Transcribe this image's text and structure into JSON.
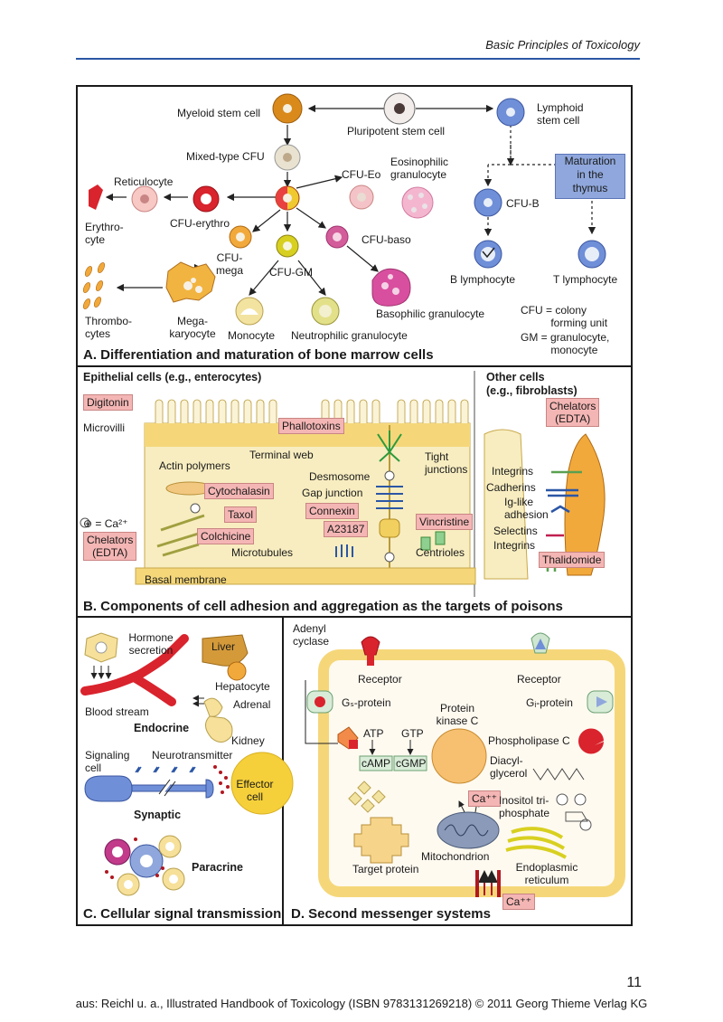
{
  "header": {
    "running_title": "Basic Principles of Toxicology"
  },
  "footer": {
    "page_number": "11",
    "credit": "aus: Reichl u. a., Illustrated Handbook of Toxicology (ISBN 9783131269218) © 2011 Georg Thieme Verlag KG"
  },
  "colors": {
    "rule_blue": "#2b56a5",
    "highlight_pink": "#f4b6b4",
    "thymus_blue": "#8fa7dc",
    "membrane_yellow": "#f5d77a",
    "cell_orange": "#f2a93b",
    "cell_red": "#d9232d"
  },
  "panel_a": {
    "title": "A. Differentiation and maturation of bone marrow cells",
    "labels": {
      "myeloid": "Myeloid stem cell",
      "pluripotent": "Pluripotent stem cell",
      "lymphoid": "Lymphoid\nstem cell",
      "mixed_cfu": "Mixed-type CFU",
      "reticulocyte": "Reticulocyte",
      "cfu_eo": "CFU-Eo",
      "eosinophilic": "Eosinophilic\ngranulocyte",
      "thymus": "Maturation\nin the\nthymus",
      "cfu_b": "CFU-B",
      "erythrocyte": "Erythro-\ncyte",
      "cfu_erythro": "CFU-erythro",
      "cfu_baso": "CFU-baso",
      "cfu_mega": "CFU-\nmega",
      "cfu_gm": "CFU-GM",
      "b_lymph": "B lymphocyte",
      "t_lymph": "T lymphocyte",
      "thrombocytes": "Thrombo-\ncytes",
      "megakaryocyte": "Mega-\nkaryocyte",
      "monocyte": "Monocyte",
      "neutrophilic": "Neutrophilic granulocyte",
      "basophilic": "Basophilic granulocyte",
      "legend_cfu": "CFU = colony\n          forming unit",
      "legend_gm": "GM = granulocyte,\n          monocyte"
    }
  },
  "panel_b": {
    "title": "B. Components of cell adhesion and aggregation as the targets of poisons",
    "epithelial": "Epithelial cells (e.g., enterocytes)",
    "other": "Other cells\n(e.g., fibroblasts)",
    "labels": {
      "microvilli": "Microvilli",
      "terminal_web": "Terminal web",
      "tight": "Tight\njunctions",
      "actin": "Actin polymers",
      "desmosome": "Desmosome",
      "gap": "Gap junction",
      "microtubules": "Microtubules",
      "centrioles": "Centrioles",
      "ca_legend": "⊕ = Ca²⁺",
      "basal": "Basal membrane",
      "integrins1": "Integrins",
      "cadherins": "Cadherins",
      "ig_like": "Ig-like\nadhesion",
      "selectins": "Selectins",
      "integrins2": "Integrins"
    },
    "toxins": {
      "digitonin": "Digitonin",
      "phallotoxins": "Phallotoxins",
      "cytochalasin": "Cytochalasin",
      "taxol": "Taxol",
      "colchicine": "Colchicine",
      "connexin": "Connexin",
      "a23187": "A23187",
      "vincristine": "Vincristine",
      "chelators_left": "Chelators\n(EDTA)",
      "chelators_right": "Chelators\n(EDTA)",
      "thalidomide": "Thalidomide"
    }
  },
  "panel_c": {
    "title": "C. Cellular signal transmission",
    "labels": {
      "hormone": "Hormone\nsecretion",
      "liver": "Liver",
      "hepatocyte": "Hepatocyte",
      "blood": "Blood stream",
      "adrenal": "Adrenal",
      "endocrine": "Endocrine",
      "kidney": "Kidney",
      "signaling": "Signaling\ncell",
      "neuro": "Neurotransmitter",
      "effector": "Effector\ncell",
      "synaptic": "Synaptic",
      "paracrine": "Paracrine"
    }
  },
  "panel_d": {
    "title": "D. Second messenger systems",
    "labels": {
      "adenyl": "Adenyl\ncyclase",
      "receptor_l": "Receptor",
      "receptor_r": "Receptor",
      "gs": "Gₛ-protein",
      "gi": "Gᵢ-protein",
      "pkc": "Protein\nkinase C",
      "atp": "ATP",
      "gtp": "GTP",
      "camp": "cAMP",
      "cgmp": "cGMP",
      "plc": "Phospholipase C",
      "dag": "Diacyl-\nglycerol",
      "ca1": "Ca⁺⁺",
      "ip3": "Inositol tri-\nphosphate",
      "target": "Target protein",
      "mito": "Mitochondrion",
      "er": "Endoplasmic\nreticulum",
      "ca2": "Ca⁺⁺"
    }
  }
}
